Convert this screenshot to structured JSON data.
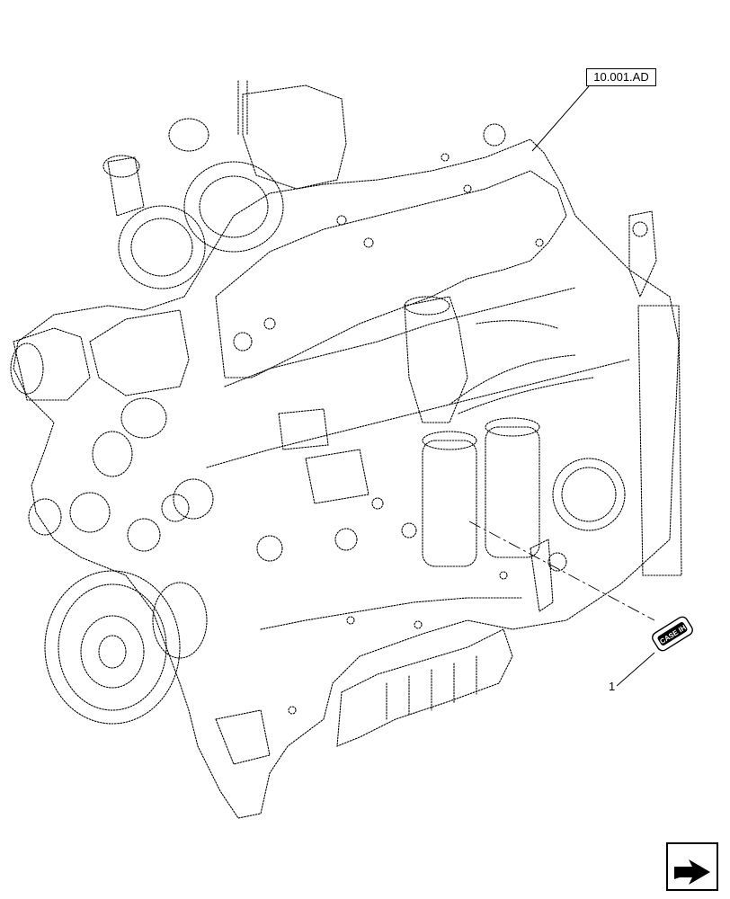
{
  "reference_label": "10.001.AD",
  "callout_label": "1",
  "decal_text": "CASE IH",
  "colors": {
    "line": "#000000",
    "background": "#ffffff",
    "decal": "#000000"
  },
  "icons": {
    "nav": "next-page-arrow-icon"
  }
}
